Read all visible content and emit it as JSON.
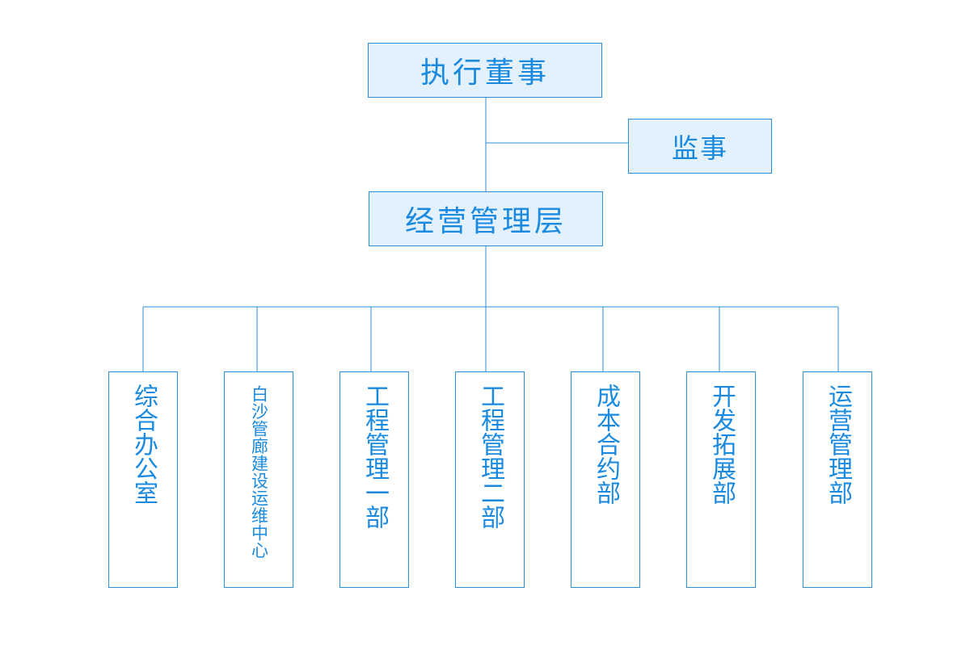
{
  "chart": {
    "top": {
      "executive_director": "执行董事",
      "supervisor": "监事",
      "management": "经营管理层"
    },
    "departments": [
      "综合办公室",
      "白沙管廊建设运维中心",
      "工程管理一部",
      "工程管理二部",
      "成本合约部",
      "开发拓展部",
      "运营管理部"
    ]
  },
  "colors": {
    "line": "#2a8fd6",
    "text": "#1a8ae0",
    "top_box_fill": "#e3f1fc",
    "dept_box_fill": "#ffffff"
  }
}
